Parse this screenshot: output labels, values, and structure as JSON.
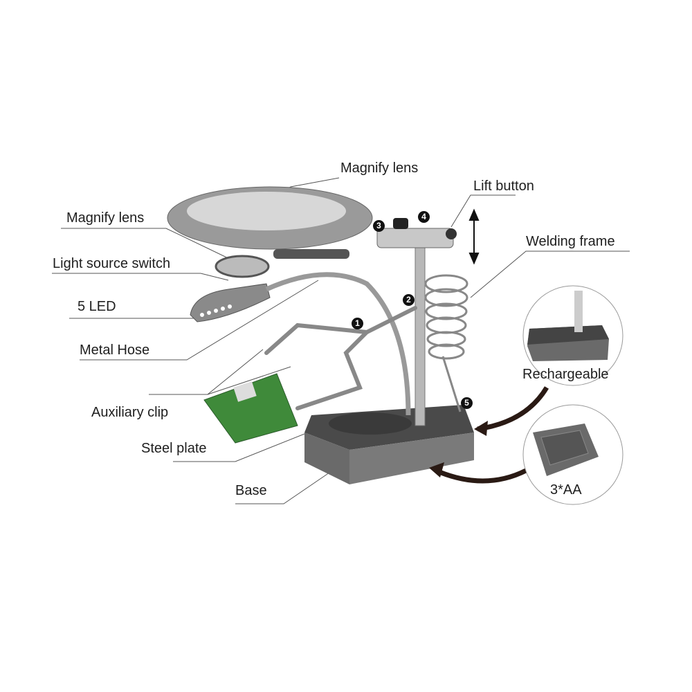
{
  "labels": {
    "magnify_lens_top": "Magnify lens",
    "lift_button": "Lift button",
    "magnify_lens_small": "Magnify lens",
    "welding_frame": "Welding frame",
    "light_source_switch": "Light source switch",
    "five_led": "5 LED",
    "metal_hose": "Metal Hose",
    "auxiliary_clip": "Auxiliary clip",
    "steel_plate": "Steel plate",
    "base": "Base",
    "rechargeable": "Rechargeable",
    "batteries": "3*AA"
  },
  "markers": [
    "1",
    "2",
    "3",
    "4",
    "5"
  ],
  "colors": {
    "device_gray": "#8a8a8a",
    "base_dark": "#555555",
    "pcb_green": "#3f8a3a",
    "arrow": "#2a1a14"
  }
}
